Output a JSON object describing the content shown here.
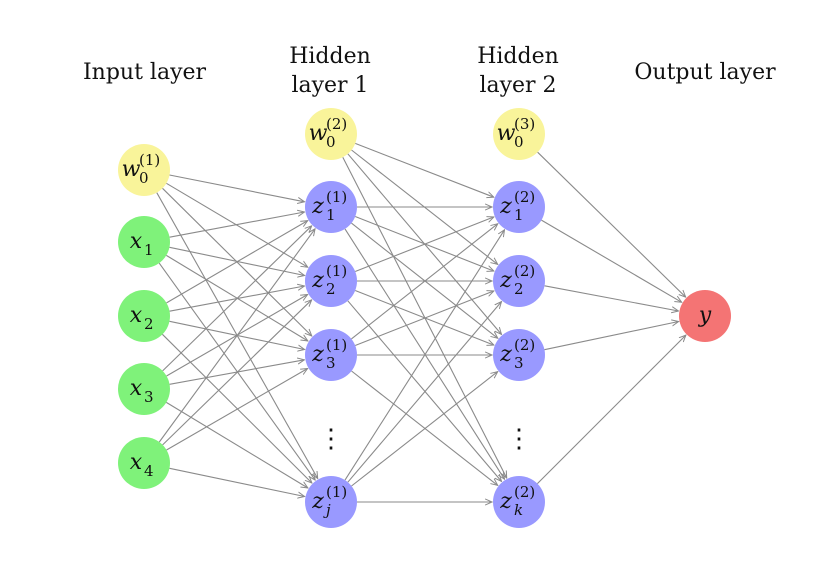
{
  "layers": {
    "input": {
      "label": "Input layer"
    },
    "hidden1": {
      "label_line1": "Hidden",
      "label_line2": "layer 1"
    },
    "hidden2": {
      "label_line1": "Hidden",
      "label_line2": "layer 2"
    },
    "output": {
      "label": "Output layer"
    }
  },
  "nodes": {
    "input_bias": {
      "base": "w",
      "sub": "0",
      "sup": "(1)"
    },
    "input": [
      {
        "base": "x",
        "sub": "1"
      },
      {
        "base": "x",
        "sub": "2"
      },
      {
        "base": "x",
        "sub": "3"
      },
      {
        "base": "x",
        "sub": "4"
      }
    ],
    "hidden1_bias": {
      "base": "w",
      "sub": "0",
      "sup": "(2)"
    },
    "hidden1": [
      {
        "base": "z",
        "sub": "1",
        "sup": "(1)"
      },
      {
        "base": "z",
        "sub": "2",
        "sup": "(1)"
      },
      {
        "base": "z",
        "sub": "3",
        "sup": "(1)"
      },
      {
        "base": "z",
        "sub": "j",
        "sup": "(1)"
      }
    ],
    "hidden2_bias": {
      "base": "w",
      "sub": "0",
      "sup": "(3)"
    },
    "hidden2": [
      {
        "base": "z",
        "sub": "1",
        "sup": "(2)"
      },
      {
        "base": "z",
        "sub": "2",
        "sup": "(2)"
      },
      {
        "base": "z",
        "sub": "3",
        "sup": "(2)"
      },
      {
        "base": "z",
        "sub": "k",
        "sup": "(2)"
      }
    ],
    "output": {
      "base": "y"
    },
    "ellipsis": "⋮"
  },
  "colors": {
    "bias": "#f9f49a",
    "input": "#7ff27a",
    "hidden": "#9999ff",
    "output": "#f47474",
    "edge": "#8a8a8a"
  }
}
